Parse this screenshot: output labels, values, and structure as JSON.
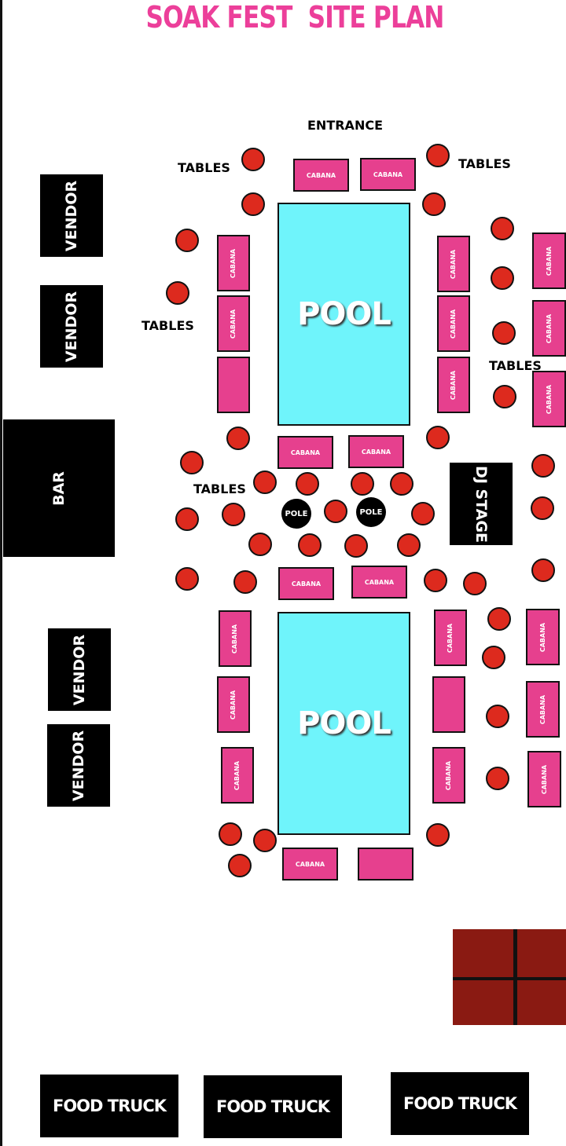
{
  "title": "SOAK FEST  SITE PLAN",
  "labels": {
    "entrance": "ENTRANCE",
    "tables": "TABLES"
  },
  "pool_label": "POOL",
  "cabana_label": "CABANA",
  "vendor_label": "VENDOR",
  "bar_label": "BAR",
  "dj_stage_label": "DJ STAGE",
  "pole_label": "POLE",
  "food_truck_label": "FOOD TRUCK",
  "colors": {
    "title": "#ec3f9a",
    "pool": "#6ff4fb",
    "cabana": "#e6408e",
    "table": "#dd2a1e",
    "block": "#000000",
    "grid_area": "#8a1a12"
  }
}
